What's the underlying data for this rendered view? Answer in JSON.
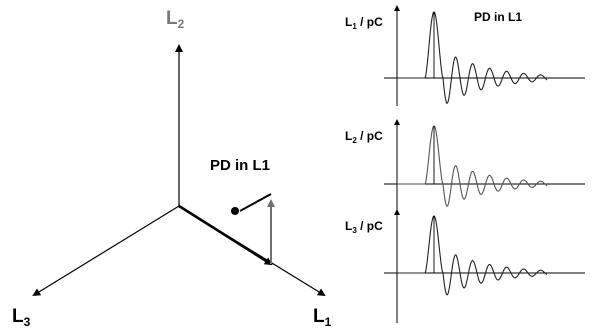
{
  "colors": {
    "ink": "#000000",
    "grey": "#707070",
    "l2_label": "#7a7a7a",
    "wave_grey": "#888888"
  },
  "phasor": {
    "axes": [
      {
        "name": "L",
        "sub": "1"
      },
      {
        "name": "L",
        "sub": "2"
      },
      {
        "name": "L",
        "sub": "3"
      }
    ],
    "annotation": "PD in L1"
  },
  "waveforms": {
    "title": "PD in L1",
    "panels": [
      {
        "name": "L",
        "sub": "1",
        "unit": " / pC"
      },
      {
        "name": "L",
        "sub": "2",
        "unit": " / pC"
      },
      {
        "name": "L",
        "sub": "3",
        "unit": " / pC"
      }
    ]
  }
}
